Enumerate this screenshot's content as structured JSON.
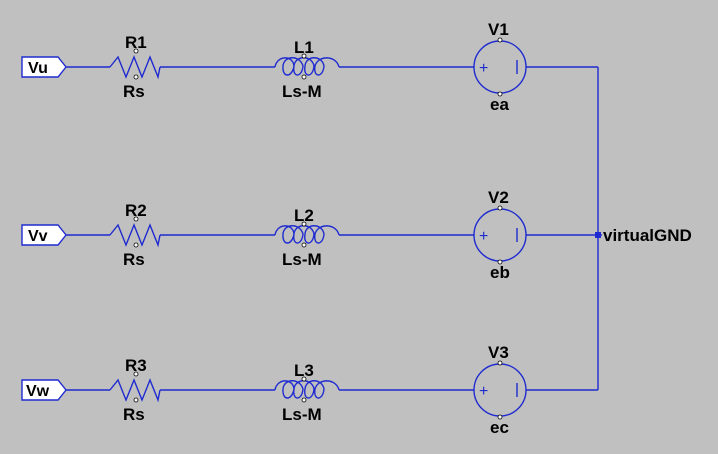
{
  "phases": [
    {
      "port": "Vu",
      "resistor": {
        "name": "R1",
        "value": "Rs"
      },
      "inductor": {
        "name": "L1",
        "value": "Ls-M"
      },
      "source": {
        "name": "V1",
        "value": "ea"
      }
    },
    {
      "port": "Vv",
      "resistor": {
        "name": "R2",
        "value": "Rs"
      },
      "inductor": {
        "name": "L2",
        "value": "Ls-M"
      },
      "source": {
        "name": "V2",
        "value": "eb"
      }
    },
    {
      "port": "Vw",
      "resistor": {
        "name": "R3",
        "value": "Rs"
      },
      "inductor": {
        "name": "L3",
        "value": "Ls-M"
      },
      "source": {
        "name": "V3",
        "value": "ec"
      }
    }
  ],
  "net_label": "virtualGND",
  "colors": {
    "background": "#c0c0c0",
    "wire": "#1f2bd0",
    "text": "#000000"
  }
}
